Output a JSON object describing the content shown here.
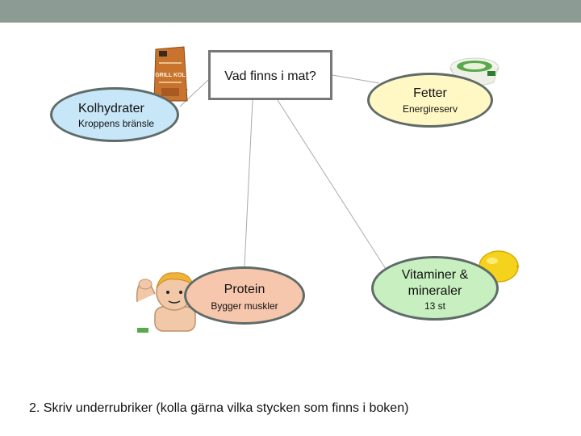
{
  "diagram": {
    "center": {
      "title": "Vad finns i mat?"
    },
    "nodes": [
      {
        "id": "kolhydrater",
        "title": "Kolhydrater",
        "subtitle": "Kroppens bränsle",
        "color": "#c7e6f7"
      },
      {
        "id": "fetter",
        "title": "Fetter",
        "subtitle": "Energireserv",
        "color": "#fff8c4"
      },
      {
        "id": "protein",
        "title": "Protein",
        "subtitle": "Bygger muskler",
        "color": "#f6c7ad"
      },
      {
        "id": "vitaminer",
        "title": "Vitaminer & mineraler",
        "subtitle": "13 st",
        "color": "#c7efc0"
      }
    ],
    "images": [
      {
        "icon": "charcoal-bag-icon",
        "text": "GRILL KOL"
      },
      {
        "icon": "butter-tub-icon"
      },
      {
        "icon": "muscle-boy-icon"
      },
      {
        "icon": "lemon-icon"
      }
    ]
  },
  "instruction": "2. Skriv underrubriker (kolla gärna vilka stycken som finns i boken)",
  "colors": {
    "header_bar": "#8c9c95",
    "outline": "#5f6b68",
    "connector": "#aaaaaa"
  }
}
